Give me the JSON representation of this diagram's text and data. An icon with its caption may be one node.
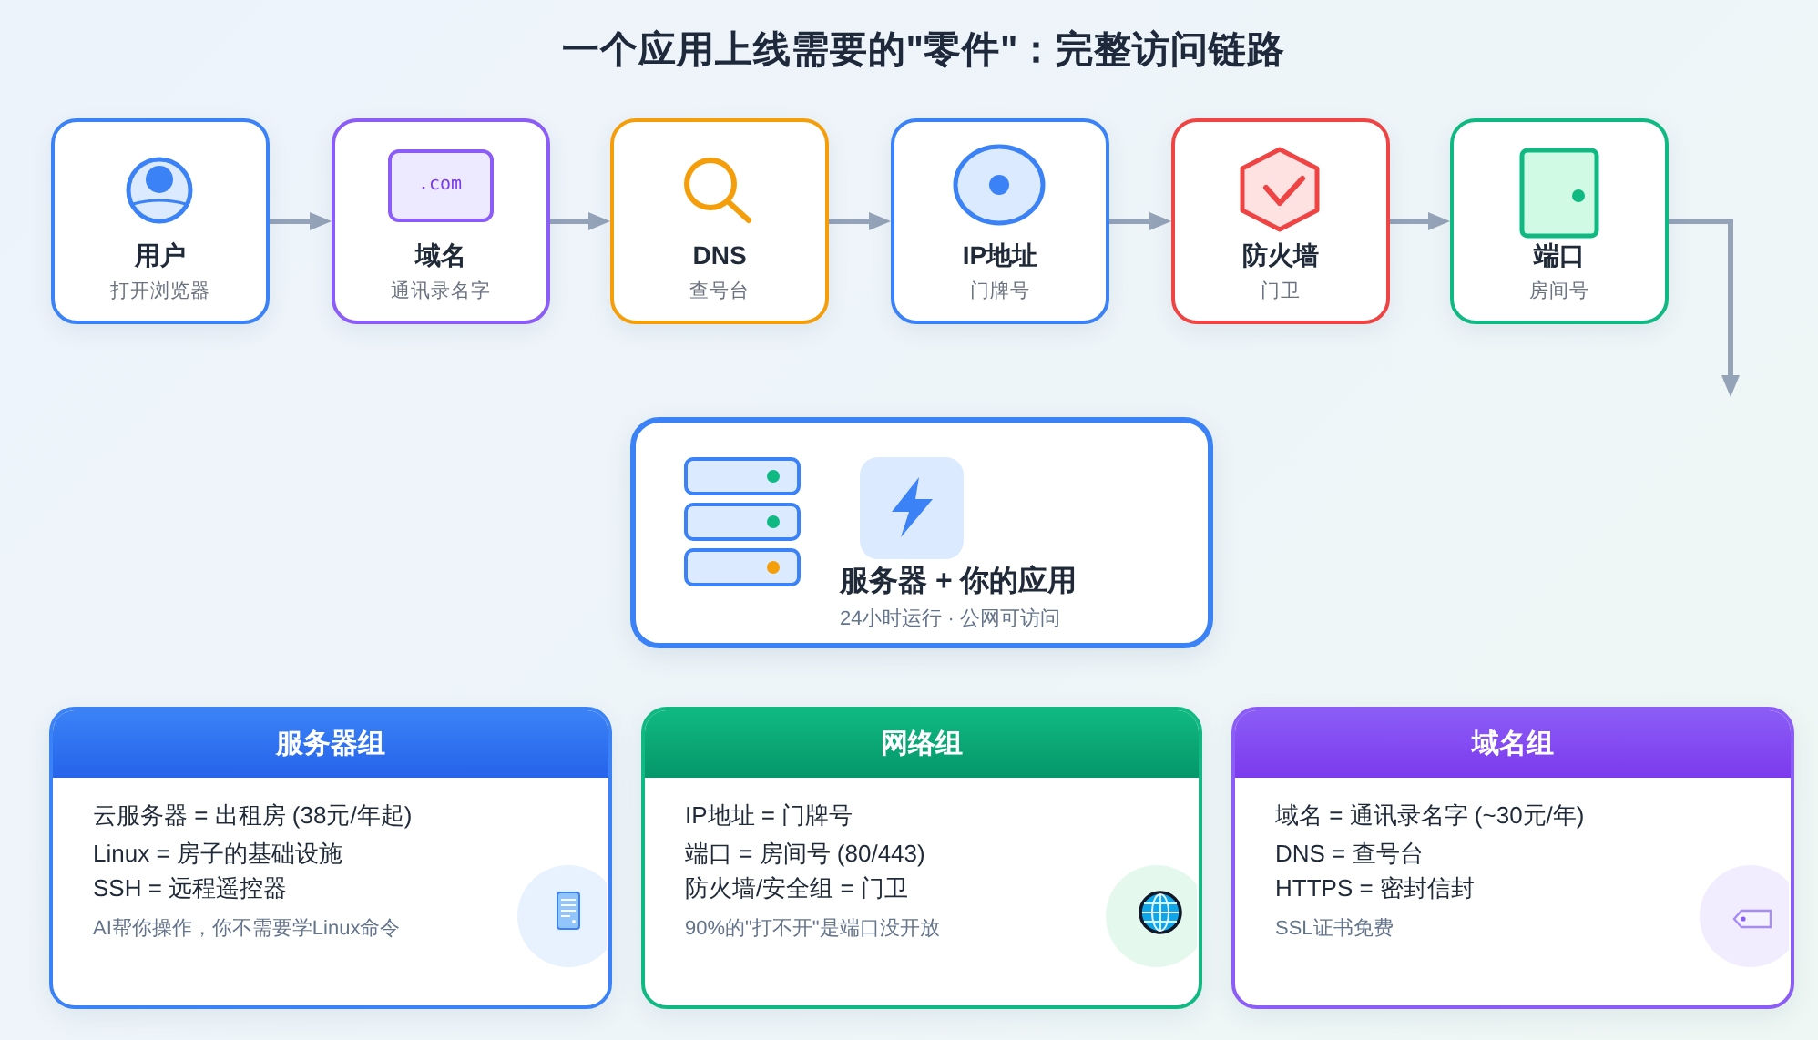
{
  "diagram": {
    "title": "一个应用上线需要的\"零件\"：完整访问链路",
    "nodes": [
      {
        "text": [
          "用户",
          "打开浏览器"
        ]
      },
      {
        "text": [
          "域名",
          "通讯录名字"
        ]
      },
      {
        "text": [
          "DNS",
          "查号台"
        ]
      },
      {
        "text": [
          "IP地址",
          "门牌号"
        ]
      },
      {
        "text": [
          "防火墙",
          "门卫"
        ]
      },
      {
        "text": [
          "端口",
          "房间号"
        ]
      },
      {
        "text": [
          "服务器 + 你的应用",
          "24小时运行 · 公网可访问"
        ]
      },
      {
        "text": [
          "服务器组",
          "云服务器 = 出租房 (38元/年起)",
          "Linux = 房子的基础设施",
          "SSH = 远程遥控器",
          "AI帮你操作，你不需要学Linux命令"
        ]
      },
      {
        "text": [
          "网络组",
          "IP地址 = 门牌号",
          "端口 = 房间号 (80/443)",
          "防火墙/安全组 = 门卫",
          "90%的\"打不开\"是端口没开放"
        ]
      },
      {
        "text": [
          "域名组",
          "域名 = 通讯录名字 (~30元/年)",
          "DNS = 查号台",
          "HTTPS = 密封信封",
          "SSL证书免费"
        ]
      }
    ],
    "edges": [
      {
        "from": 0,
        "to": 1,
        "arrow": "to"
      },
      {
        "from": 1,
        "to": 2,
        "arrow": "to"
      },
      {
        "from": 2,
        "to": 3,
        "arrow": "to"
      },
      {
        "from": 3,
        "to": 4,
        "arrow": "to"
      },
      {
        "from": 4,
        "to": 5,
        "arrow": "to"
      },
      {
        "from": 5,
        "to": null,
        "arrow": "to"
      }
    ],
    "labels": [
      ".com"
    ]
  }
}
